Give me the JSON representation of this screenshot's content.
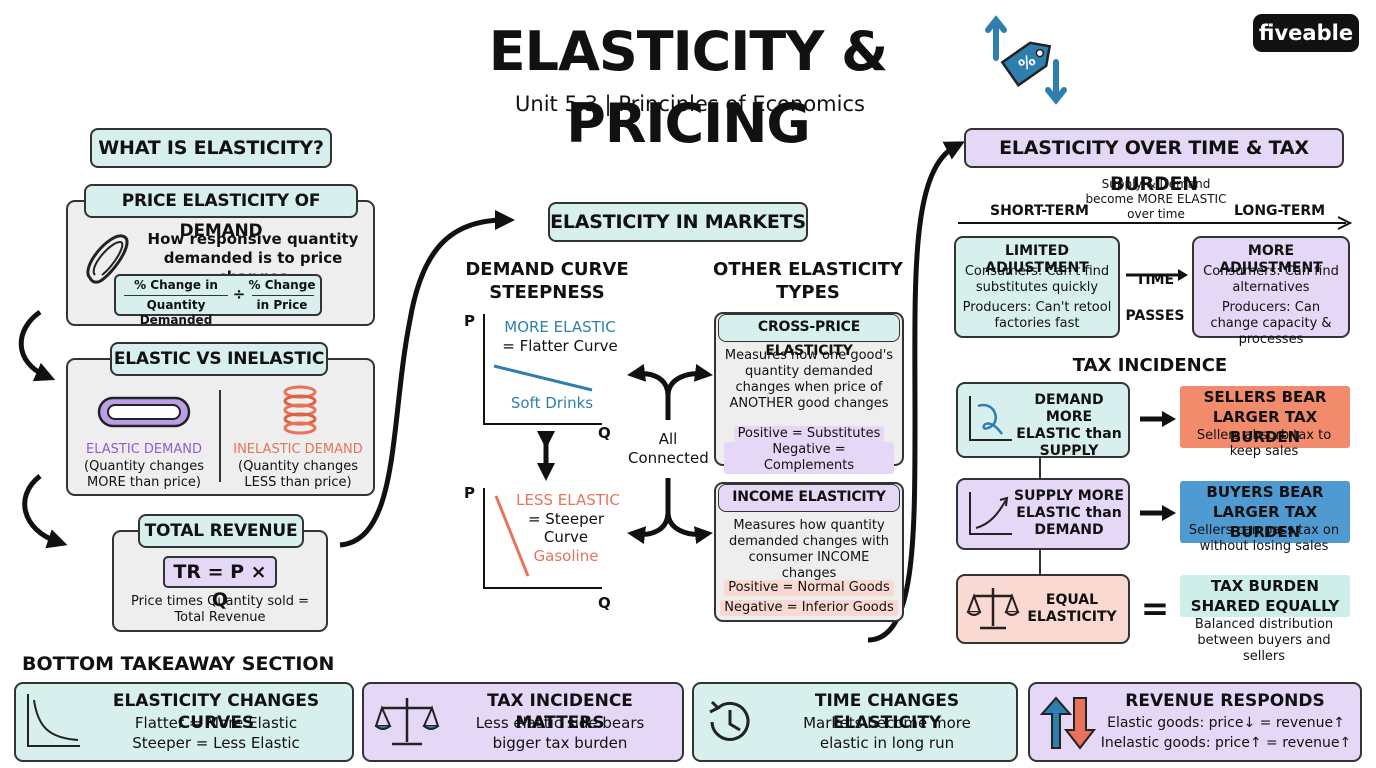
{
  "header": {
    "title": "ELASTICITY & PRICING",
    "subtitle": "Unit 5.3 | Principles of Economics",
    "logo": "fiveable"
  },
  "left": {
    "heading": "WHAT IS ELASTICITY?",
    "ped": {
      "title": "PRICE ELASTICITY OF DEMAND",
      "desc": "How responsive quantity demanded is to price changes",
      "num1": "% Change in",
      "den1": "Quantity Demanded",
      "op": "÷",
      "num2": "% Change",
      "den2": "in Price"
    },
    "evi": {
      "title": "ELASTIC VS INELASTIC",
      "elastic_label": "ELASTIC DEMAND",
      "elastic_desc": "(Quantity changes MORE than price)",
      "inelastic_label": "INELASTIC DEMAND",
      "inelastic_desc": "(Quantity changes LESS than price)"
    },
    "tr": {
      "title": "TOTAL REVENUE",
      "formula": "TR = P × Q",
      "desc": "Price times Quantity sold = Total Revenue"
    }
  },
  "middle": {
    "heading": "ELASTICITY IN MARKETS",
    "steep_title": "DEMAND CURVE STEEPNESS",
    "other_title": "OTHER ELASTICITY TYPES",
    "chart1": {
      "p": "P",
      "q": "Q",
      "label": "MORE ELASTIC",
      "sub": "= Flatter Curve",
      "example": "Soft Drinks"
    },
    "chart2": {
      "p": "P",
      "q": "Q",
      "label": "LESS ELASTIC",
      "sub": "= Steeper Curve",
      "example": "Gasoline"
    },
    "connected": "All Connected",
    "cross": {
      "title": "CROSS-PRICE ELASTICITY",
      "desc": "Measures how one good's quantity demanded changes when price of ANOTHER good changes",
      "pos": "Positive = Substitutes",
      "neg": "Negative = Complements"
    },
    "income": {
      "title": "INCOME ELASTICITY",
      "desc": "Measures how quantity demanded changes with consumer INCOME changes",
      "pos": "Positive = Normal Goods",
      "neg": "Negative = Inferior Goods"
    }
  },
  "right": {
    "heading": "ELASTICITY OVER TIME & TAX BURDEN",
    "timeline_note": "Supply & Demand become MORE ELASTIC over time",
    "short_term": "SHORT-TERM",
    "long_term": "LONG-TERM",
    "limited": {
      "title": "LIMITED ADJUSTMENT",
      "consumers": "Consumers: Can't find substitutes quickly",
      "producers": "Producers: Can't retool factories fast"
    },
    "time_passes": "TIME PASSES",
    "more": {
      "title": "MORE ADJUSTMENT",
      "consumers": "Consumers: Can find alternatives",
      "producers": "Producers: Can change capacity & processes"
    },
    "tax_heading": "TAX INCIDENCE",
    "row1": {
      "box": "DEMAND MORE ELASTIC than SUPPLY",
      "result": "SELLERS BEAR LARGER TAX BURDEN",
      "desc": "Sellers absorb tax to keep sales"
    },
    "row2": {
      "box": "SUPPLY MORE ELASTIC than DEMAND",
      "result": "BUYERS BEAR LARGER TAX BURDEN",
      "desc": "Sellers can pass tax on without losing sales"
    },
    "row3": {
      "box": "EQUAL ELASTICITY",
      "eq": "=",
      "result": "TAX BURDEN SHARED EQUALLY",
      "desc": "Balanced distribution between buyers and sellers"
    }
  },
  "bottom": {
    "heading": "BOTTOM TAKEAWAY SECTION",
    "cards": [
      {
        "title": "ELASTICITY CHANGES CURVES",
        "l1": "Flatter = More Elastic",
        "l2": "Steeper = Less Elastic"
      },
      {
        "title": "TAX INCIDENCE MATTERS",
        "l1": "Less elastic side bears",
        "l2": "bigger tax burden"
      },
      {
        "title": "TIME CHANGES ELASTICITY",
        "l1": "Markets become more",
        "l2": "elastic in long run"
      },
      {
        "title": "REVENUE RESPONDS",
        "l1": "Elastic goods: price↓ = revenue↑",
        "l2": "Inelastic goods: price↑ = revenue↑"
      }
    ]
  },
  "colors": {
    "teal": "#d7f0ee",
    "purple": "#e4d8f6",
    "salmon": "#f9d9d2",
    "blue": "#2e7fb0",
    "orange": "#e8735a",
    "violet": "#8e5fc9"
  }
}
